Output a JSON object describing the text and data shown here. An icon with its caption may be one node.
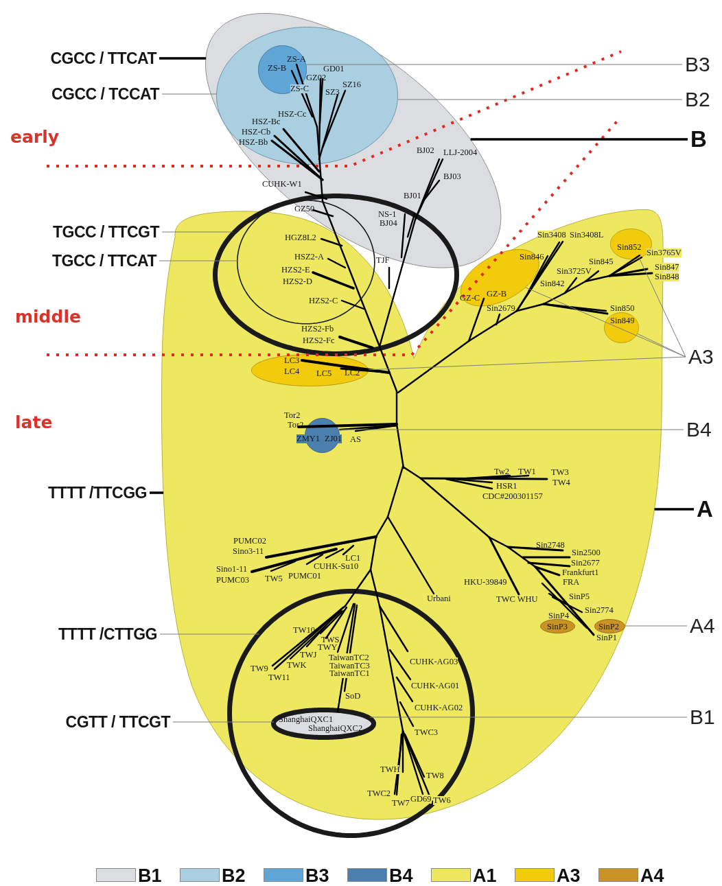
{
  "diagram": {
    "nodes": [
      {
        "text": [],
        "shape": "ellipse"
      },
      {
        "text": [],
        "shape": "ellipse",
        "in": 0
      },
      {
        "text": [],
        "shape": "circle",
        "in": 1
      },
      {
        "text": [],
        "shape": "region"
      },
      {
        "text": [],
        "shape": "ellipse"
      },
      {
        "text": [],
        "shape": "circle",
        "in": 4
      },
      {
        "text": [],
        "shape": "ellipse",
        "in": 3
      },
      {
        "text": [],
        "shape": "ellipse",
        "in": 3
      },
      {
        "text": [],
        "shape": "ellipse",
        "in": 3
      },
      {
        "text": [],
        "shape": "circle",
        "in": 3
      },
      {
        "text": [],
        "shape": "circle",
        "in": 3
      },
      {
        "text": [],
        "shape": "ellipse",
        "in": 3
      },
      {
        "text": [],
        "shape": "ellipse",
        "in": 11
      },
      {
        "text": [],
        "shape": "ellipse",
        "in": 3
      },
      {
        "text": [],
        "shape": "ellipse",
        "in": 3
      },
      {
        "text": [
          "CGCC / TTCAT"
        ]
      },
      {
        "text": [
          "CGCC / TCCAT"
        ]
      },
      {
        "text": [
          "TGCC / TTCGT"
        ]
      },
      {
        "text": [
          "TGCC / TTCAT"
        ]
      },
      {
        "text": [
          "TTTT /TTCGG"
        ]
      },
      {
        "text": [
          "TTTT /CTTGG"
        ]
      },
      {
        "text": [
          "CGTT / TTCGT"
        ]
      },
      {
        "text": [
          "B3"
        ]
      },
      {
        "text": [
          "B2"
        ]
      },
      {
        "text": [
          "B"
        ]
      },
      {
        "text": [
          "A3"
        ]
      },
      {
        "text": [
          "B4"
        ]
      },
      {
        "text": [
          "A"
        ]
      },
      {
        "text": [
          "A4"
        ]
      },
      {
        "text": [
          "B1"
        ]
      }
    ],
    "edges": [
      {
        "from": 15,
        "to": 0,
        "arrow": "none",
        "style": "thick",
        "color": "#000000"
      },
      {
        "from": 16,
        "to": 1,
        "arrow": "none"
      },
      {
        "from": 17,
        "to": 4,
        "arrow": "none"
      },
      {
        "from": 18,
        "to": 5,
        "arrow": "none"
      },
      {
        "from": 19,
        "to": 3,
        "arrow": "none",
        "style": "thick",
        "color": "#000000"
      },
      {
        "from": 20,
        "to": 11,
        "arrow": "none"
      },
      {
        "from": 21,
        "to": 12,
        "arrow": "none"
      },
      {
        "from": 22,
        "to": 2,
        "arrow": "none"
      },
      {
        "from": 23,
        "to": 1,
        "arrow": "none"
      },
      {
        "from": 24,
        "to": 0,
        "arrow": "none",
        "style": "thick",
        "color": "#000000"
      },
      {
        "from": 25,
        "to": 6,
        "arrow": "none"
      },
      {
        "from": 25,
        "to": 7,
        "arrow": "none"
      },
      {
        "from": 25,
        "to": 8,
        "arrow": "none"
      },
      {
        "from": 25,
        "to": 9,
        "arrow": "none"
      },
      {
        "from": 26,
        "to": 10,
        "arrow": "none"
      },
      {
        "from": 27,
        "to": 3,
        "arrow": "none",
        "style": "thick",
        "color": "#000000"
      },
      {
        "from": 28,
        "to": 14,
        "arrow": "none"
      },
      {
        "from": 29,
        "to": 12,
        "arrow": "none"
      }
    ],
    "labels": [
      "ZS-A",
      "ZS-B",
      "GD01",
      "GZ02",
      "SZ16",
      "ZS-C",
      "SZ3",
      "HSZ-Cc",
      "HSZ-Bc",
      "HSZ-Cb",
      "early",
      "HSZ-Bb",
      "BJ02",
      "LLJ-2004",
      "BJ03",
      "CUHK-W1",
      "BJ01",
      "GZ50",
      "NS-1",
      "BJ04",
      "HGZ8L2",
      "Sin3408",
      "Sin3408L",
      "Sin852",
      "Sin3765V",
      "HSZ2-A",
      "Sin846",
      "TJF",
      "Sin845",
      "Sin847",
      "HZS2-E",
      "Sin3725V",
      "Sin848",
      "HZS2-D",
      "Sin842",
      "GZ-B",
      "GZ-C",
      "HZS2-C",
      "Sin2679",
      "Sin850",
      "middle",
      "Sin849",
      "HZS2-Fb",
      "HZS2-Fc",
      "LC3",
      "LC4",
      "LC5",
      "LC2",
      "late",
      "Tor2",
      "Tor2",
      "ZMY1",
      "ZJ01",
      "AS",
      "Tw2",
      "TW1",
      "TW3",
      "TW4",
      "HSR1",
      "CDC#200301157",
      "PUMC02",
      "Sin2748",
      "Sino3-11",
      "Sin2500",
      "LC1",
      "Sin2677",
      "CUHK-Su10",
      "Sino1-11",
      "Frankfurt1",
      "PUMC03",
      "TW5",
      "PUMC01",
      "HKU-39849",
      "FRA",
      "Urbani",
      "TWC WHU",
      "SinP5",
      "Sin2774",
      "SinP4",
      "TW10",
      "SinP3",
      "SinP2",
      "TWS",
      "SinP1",
      "TWY",
      "TWJ",
      "TaiwanTC2",
      "CUHK-AG03",
      "TWK",
      "TaiwanTC3",
      "TW9",
      "TaiwanTC1",
      "TW11",
      "CUHK-AG01",
      "SoD",
      "CUHK-AG02",
      "ShanghaiQXC1",
      "ShanghaiQXC2",
      "TWC3",
      "TWH",
      "TW8",
      "TWC2",
      "TW6",
      "TW7",
      "GD69"
    ],
    "legend": [
      {
        "text": "B1",
        "color": "#dcdde0"
      },
      {
        "text": "B2",
        "color": "#a9cfe0"
      },
      {
        "text": "B3",
        "color": "#5fa5d6"
      },
      {
        "text": "B4",
        "color": "#4a7fae"
      },
      {
        "text": "A1",
        "color": "#ede860"
      },
      {
        "text": "A3",
        "color": "#f2cc0c"
      },
      {
        "text": "A4",
        "color": "#c99424"
      }
    ]
  }
}
